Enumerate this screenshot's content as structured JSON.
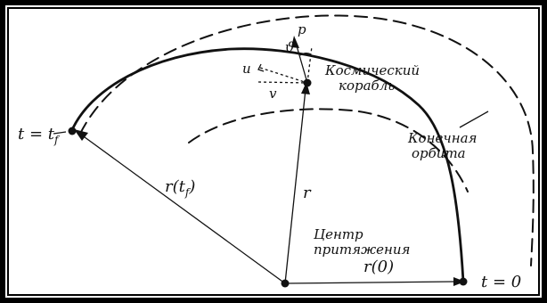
{
  "labels": {
    "t_final": "t = t",
    "t_final_sub": "f",
    "t_zero": "t = 0",
    "r_final": "r(t",
    "r_final_sub": "f",
    "r_final_close": ")",
    "r_current": "r",
    "r_zero": "r(0)",
    "center_line1": "Центр",
    "center_line2": "притяжения",
    "spacecraft_line1": "Космический",
    "spacecraft_line2": "корабль",
    "final_orbit_line1": "Конечная",
    "final_orbit_line2": "орбита",
    "p_vector": "p",
    "theta_angle": "ϑ",
    "u_component": "u",
    "v_component": "v"
  }
}
